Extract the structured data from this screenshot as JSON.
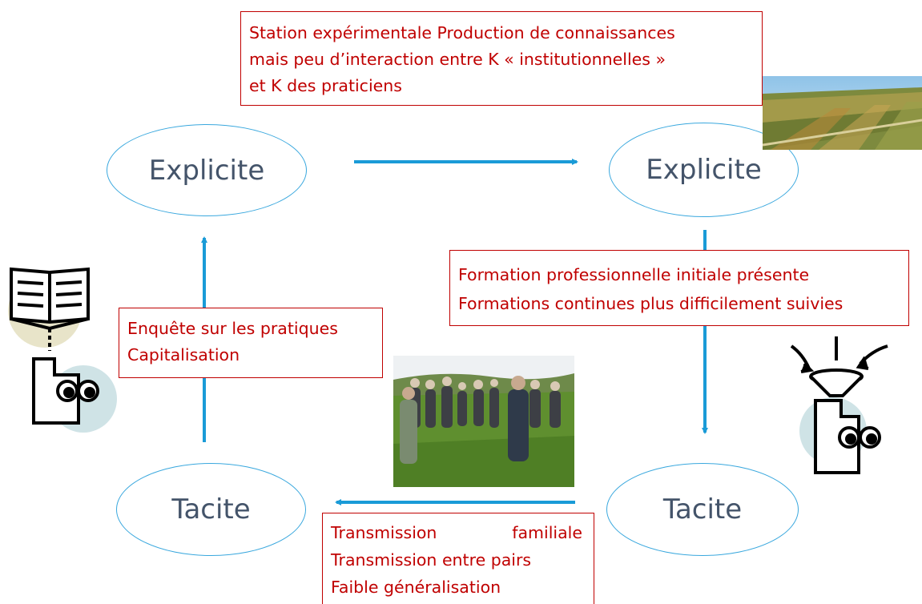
{
  "nodes": {
    "top_left": "Explicite",
    "top_right": "Explicite",
    "bottom_left": "Tacite",
    "bottom_right": "Tacite"
  },
  "boxes": {
    "top": [
      "Station expérimentale Production de connaissances",
      "mais peu d’interaction entre K « institutionnelles »",
      "et K des praticiens"
    ],
    "right": [
      "Formation professionnelle initiale présente",
      "Formations continues plus difficilement suivies"
    ],
    "left": [
      "Enquête sur les pratiques",
      "Capitalisation"
    ],
    "bottom": {
      "line1_a": "Transmission",
      "line1_b": "familiale",
      "line2": "Transmission entre pairs",
      "line3": "Faible généralisation"
    }
  },
  "colors": {
    "arrow": "#1a9bd7",
    "node_border": "#3aa8de",
    "node_text": "#44546a",
    "box_text": "#c00000"
  },
  "icons": [
    "book-icon",
    "person-reading-icon",
    "funnel-icon",
    "person-learning-icon"
  ],
  "photos": [
    "experimental-field-photo",
    "farmers-group-photo"
  ]
}
